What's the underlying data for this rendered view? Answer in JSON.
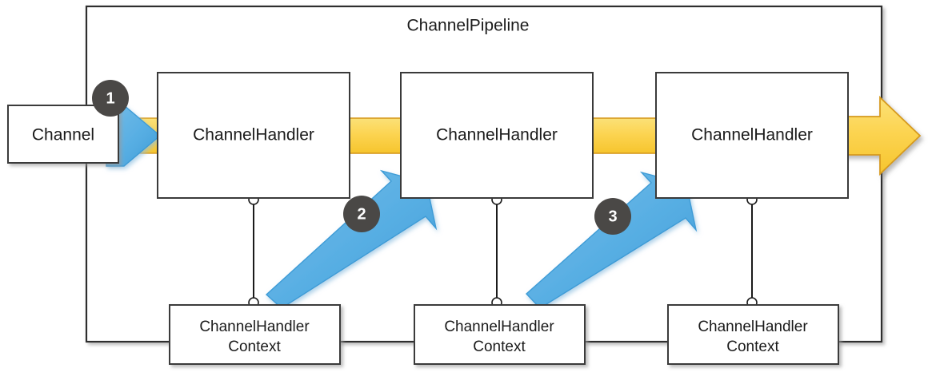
{
  "diagram": {
    "title": "ChannelPipeline",
    "colors": {
      "flow_yellow": "#FCD451",
      "flow_yellow_dark": "#D69A1E",
      "call_blue": "#57AEE3",
      "call_blue_dark": "#2E87BE",
      "badge_gray": "#4a4846",
      "box_border": "#3a3a3a",
      "text": "#1b1b1b",
      "background": "#ffffff"
    },
    "channel": {
      "label": "Channel"
    },
    "handlers": [
      {
        "label": "ChannelHandler"
      },
      {
        "label": "ChannelHandler"
      },
      {
        "label": "ChannelHandler"
      }
    ],
    "contexts": [
      {
        "line1": "ChannelHandler",
        "line2": "Context"
      },
      {
        "line1": "ChannelHandler",
        "line2": "Context"
      },
      {
        "line1": "ChannelHandler",
        "line2": "Context"
      }
    ],
    "badges": [
      {
        "number": "1"
      },
      {
        "number": "2"
      },
      {
        "number": "3"
      }
    ],
    "flow_arrows": [
      {
        "name": "channel-to-handler-1"
      },
      {
        "name": "handler-1-to-handler-2"
      },
      {
        "name": "handler-2-to-handler-3"
      },
      {
        "name": "handler-3-outbound"
      }
    ],
    "call_arrows": [
      {
        "name": "context-1-invokes-handler-2"
      },
      {
        "name": "context-2-invokes-handler-3"
      }
    ]
  }
}
